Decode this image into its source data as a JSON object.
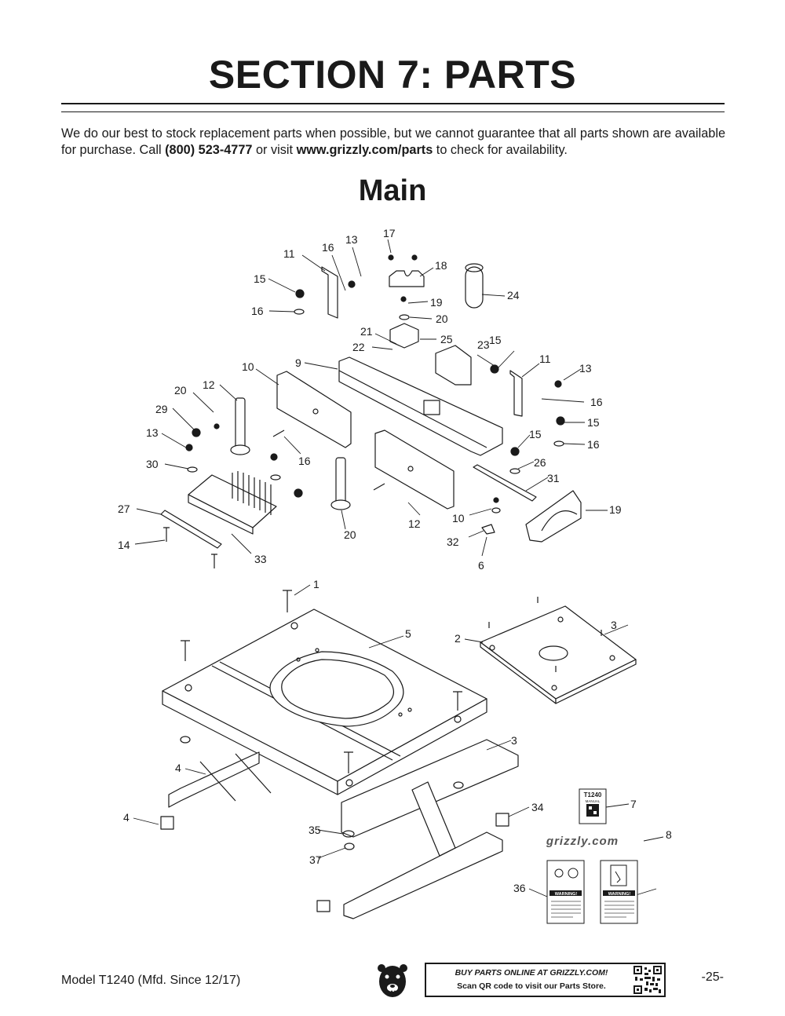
{
  "page": {
    "title": "SECTION 7: PARTS",
    "intro": {
      "part1": "We do our best to stock replacement parts when possible, but we cannot guarantee that all parts shown are available for purchase. Call ",
      "phone": "(800) 523-4777",
      "part2": " or visit ",
      "url": "www.grizzly.com/parts",
      "part3": " to check for availability."
    },
    "subtitle": "Main"
  },
  "diagram": {
    "callouts": [
      "17",
      "13",
      "16",
      "11",
      "18",
      "15",
      "24",
      "16",
      "19",
      "20",
      "21",
      "25",
      "22",
      "23",
      "15",
      "11",
      "13",
      "10",
      "9",
      "16",
      "20",
      "12",
      "29",
      "15",
      "13",
      "15",
      "16",
      "30",
      "16",
      "26",
      "31",
      "27",
      "19",
      "10",
      "12",
      "20",
      "32",
      "14",
      "33",
      "6",
      "1",
      "5",
      "2",
      "3",
      "3",
      "4",
      "4",
      "34",
      "7",
      "35",
      "8",
      "37",
      "36"
    ],
    "label_grizzly": "grizzly.com",
    "label_manual": "T1240",
    "label_manual_sub": "MANUAL",
    "label_warning": "WARNING!"
  },
  "footer": {
    "model": "Model T1240 (Mfd. Since 12/17)",
    "page_number": "-25-",
    "buy_line1": "BUY PARTS ONLINE AT GRIZZLY.COM!",
    "buy_line2": "Scan QR code to visit our Parts Store."
  }
}
